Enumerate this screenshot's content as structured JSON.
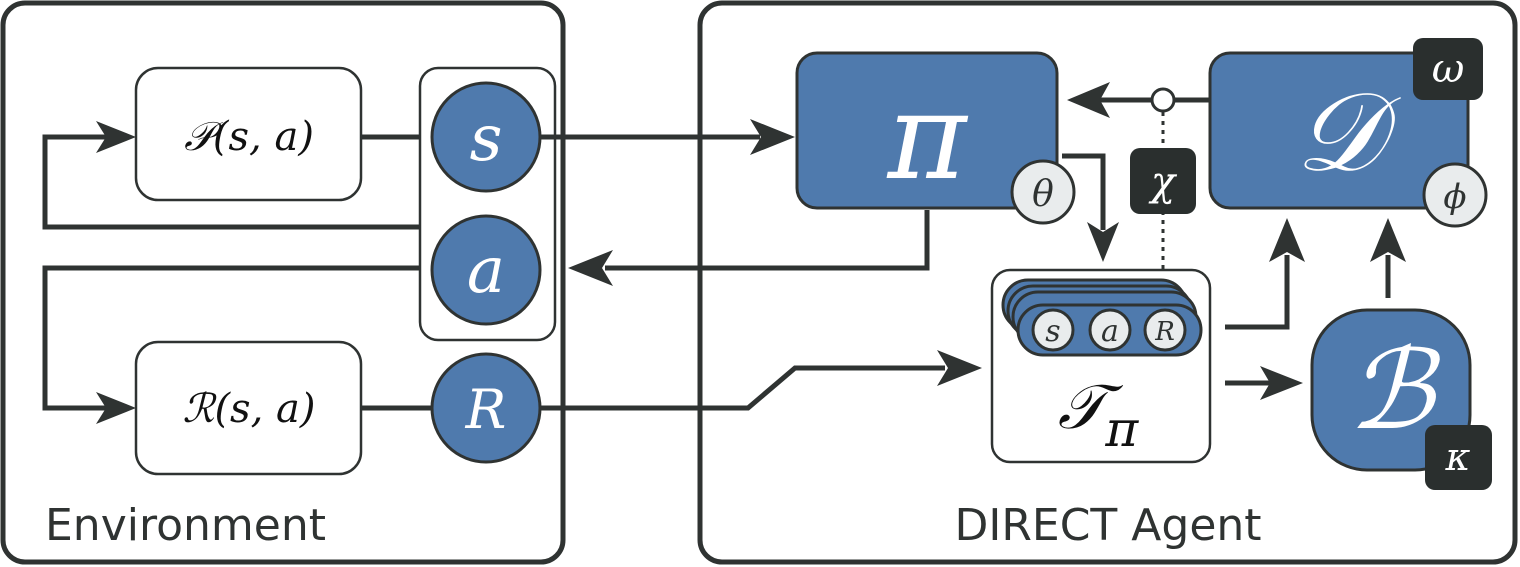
{
  "panels": {
    "environment": {
      "label": "Environment"
    },
    "agent": {
      "label": "DIRECT Agent"
    }
  },
  "environment": {
    "transition": "𝒫(s, a)",
    "reward_fn": "ℛ(s, a)",
    "state": "s",
    "action": "a",
    "reward": "R"
  },
  "agent": {
    "policy": "π",
    "policy_params": "θ",
    "discriminator": "𝒟",
    "discriminator_params": "ϕ",
    "discriminator_weight": "ω",
    "mixing": "χ",
    "trajectory": {
      "state": "s",
      "action": "a",
      "reward": "R",
      "label_main": "𝒯",
      "label_sub": "π"
    },
    "buffer": "ℬ",
    "buffer_param": "κ"
  },
  "colors": {
    "blue": "#4f7aad",
    "dark": "#2a2f2e",
    "outline": "#2f3332",
    "light": "#e9eced"
  }
}
